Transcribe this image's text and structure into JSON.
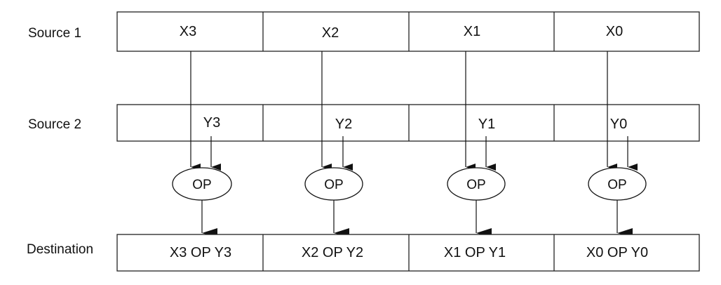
{
  "rows": {
    "source1": {
      "label": "Source 1",
      "cells": [
        "X3",
        "X2",
        "X1",
        "X0"
      ]
    },
    "source2": {
      "label": "Source 2",
      "cells": [
        "Y3",
        "Y2",
        "Y1",
        "Y0"
      ]
    },
    "destination": {
      "label": "Destination",
      "cells": [
        "X3 OP Y3",
        "X2 OP Y2",
        "X1 OP Y1",
        "X0 OP Y0"
      ]
    }
  },
  "op_label": "OP"
}
